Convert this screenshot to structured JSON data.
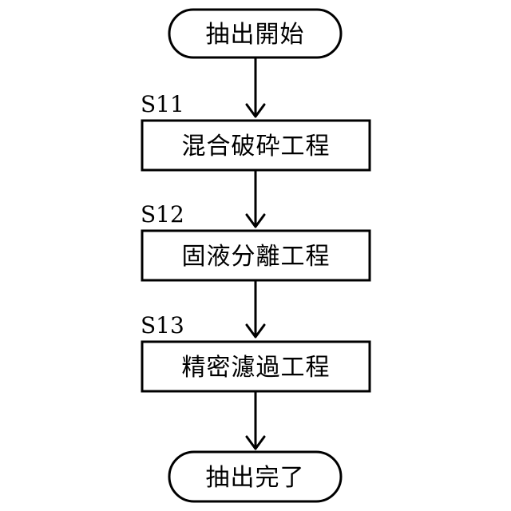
{
  "flowchart": {
    "start": {
      "label": "抽出開始"
    },
    "steps": [
      {
        "id": "S11",
        "label": "混合破砕工程"
      },
      {
        "id": "S12",
        "label": "固液分離工程"
      },
      {
        "id": "S13",
        "label": "精密濾過工程"
      }
    ],
    "end": {
      "label": "抽出完了"
    }
  }
}
